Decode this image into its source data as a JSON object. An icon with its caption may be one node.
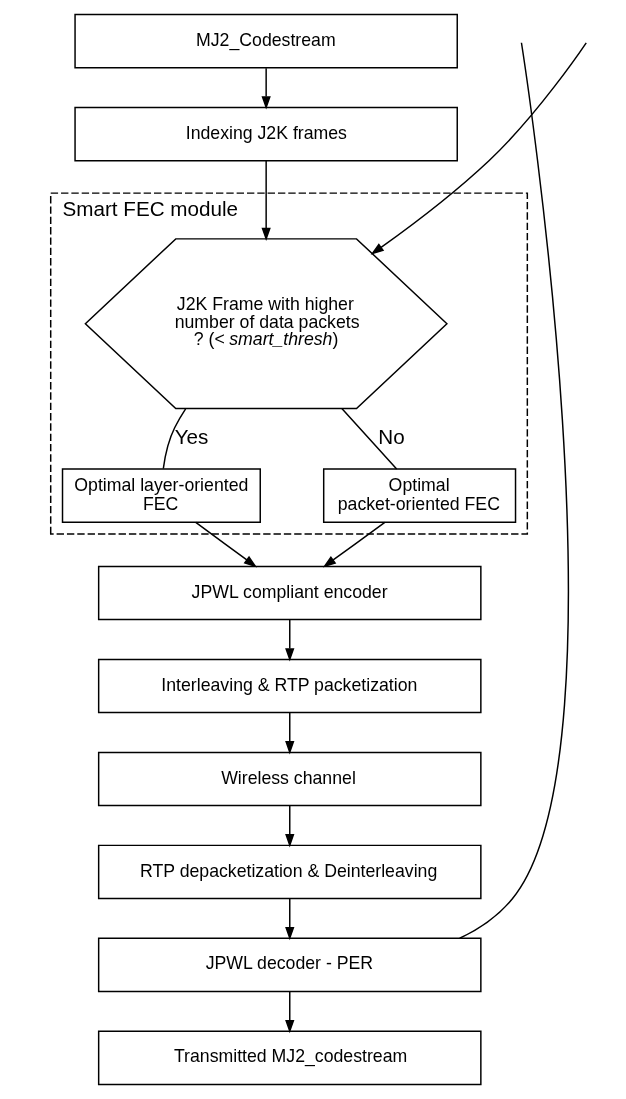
{
  "diagram": {
    "nodes": [
      {
        "text": [
          "MJ2_Codestream"
        ]
      },
      {
        "text": [
          "Indexing J2K frames"
        ]
      },
      {
        "text": [
          "Smart FEC module"
        ]
      },
      {
        "text": [
          "J2K Frame with higher number of data packets ? (< *smart_thresh*)"
        ],
        "in": 2
      },
      {
        "text": [
          "Optimal layer-oriented FEC"
        ],
        "in": 2
      },
      {
        "text": [
          "Optimal packet-oriented FEC"
        ],
        "in": 2
      },
      {
        "text": [
          "JPWL compliant encoder"
        ]
      },
      {
        "text": [
          "Interleaving & RTP packetization"
        ]
      },
      {
        "text": [
          "Wireless channel"
        ]
      },
      {
        "text": [
          "RTP depacketization & Deinterleaving"
        ]
      },
      {
        "text": [
          "JPWL decoder - PER"
        ]
      },
      {
        "text": [
          "Transmitted MJ2_codestream"
        ]
      }
    ],
    "edges": [
      {
        "from": 0,
        "to": 1,
        "arrow": "to"
      },
      {
        "from": 1,
        "to": 3,
        "arrow": "to"
      },
      {
        "from": 3,
        "to": 4,
        "arrow": "none",
        "label": "Yes"
      },
      {
        "from": 3,
        "to": 5,
        "arrow": "none",
        "label": "No"
      },
      {
        "from": 4,
        "to": 6,
        "arrow": "to"
      },
      {
        "from": 5,
        "to": 6,
        "arrow": "to"
      },
      {
        "from": 6,
        "to": 7,
        "arrow": "to"
      },
      {
        "from": 7,
        "to": 8,
        "arrow": "to"
      },
      {
        "from": 8,
        "to": 9,
        "arrow": "to"
      },
      {
        "from": 9,
        "to": 10,
        "arrow": "to"
      },
      {
        "from": 10,
        "to": 11,
        "arrow": "to"
      },
      {
        "from": 10,
        "to": null,
        "arrow": "none"
      },
      {
        "from": null,
        "to": 3,
        "arrow": "to"
      }
    ]
  }
}
